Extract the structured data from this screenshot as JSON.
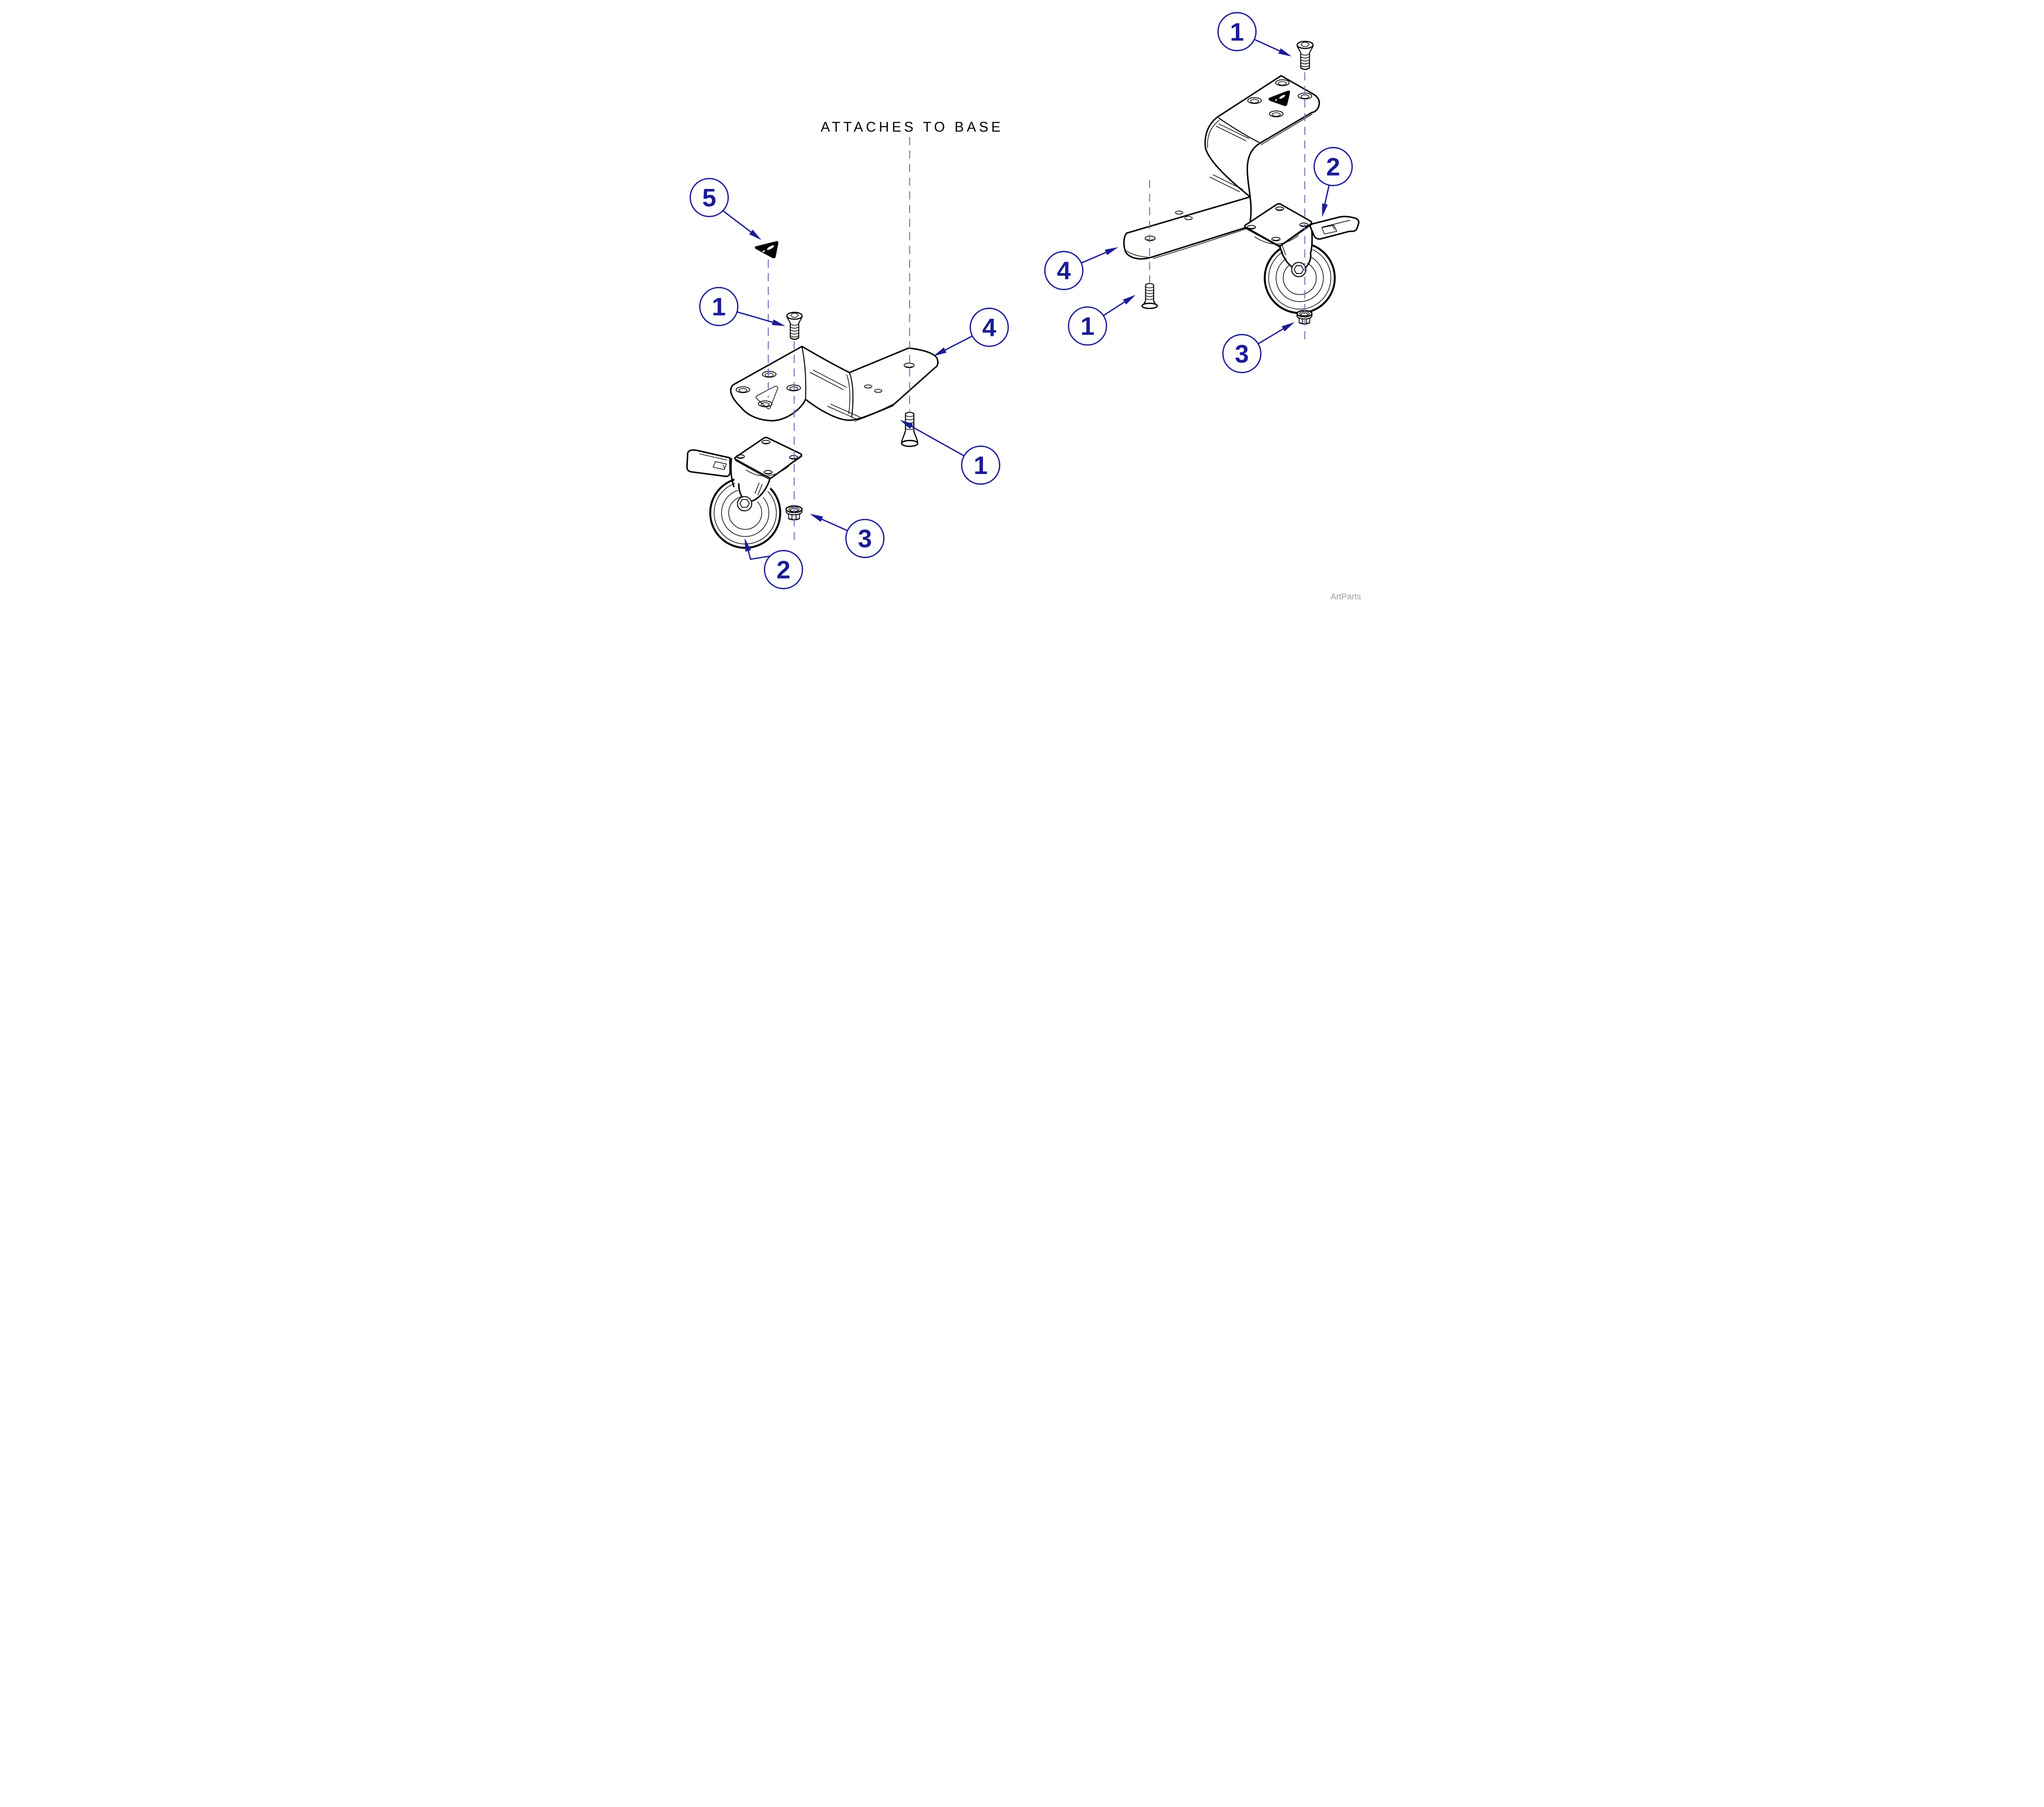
{
  "note": {
    "text": "ATTACHES TO BASE"
  },
  "watermark": {
    "text": "ArtParts"
  },
  "colors": {
    "line": "#000000",
    "callout": "#1b1b96",
    "dash_line": "#6f6fbe",
    "watermark": "#9c9c9c",
    "background": "#ffffff",
    "warning_label": "#000000"
  },
  "callouts": [
    {
      "id": "left-warning-label",
      "label": "5"
    },
    {
      "id": "left-screw-upper",
      "label": "1"
    },
    {
      "id": "left-bracket",
      "label": "4"
    },
    {
      "id": "left-screw-lower",
      "label": "1"
    },
    {
      "id": "left-caster",
      "label": "2"
    },
    {
      "id": "left-flange-nut",
      "label": "3"
    },
    {
      "id": "right-screw-upper",
      "label": "1"
    },
    {
      "id": "right-caster",
      "label": "2"
    },
    {
      "id": "right-bracket",
      "label": "4"
    },
    {
      "id": "right-screw-lower",
      "label": "1"
    },
    {
      "id": "right-flange-nut",
      "label": "3"
    }
  ]
}
